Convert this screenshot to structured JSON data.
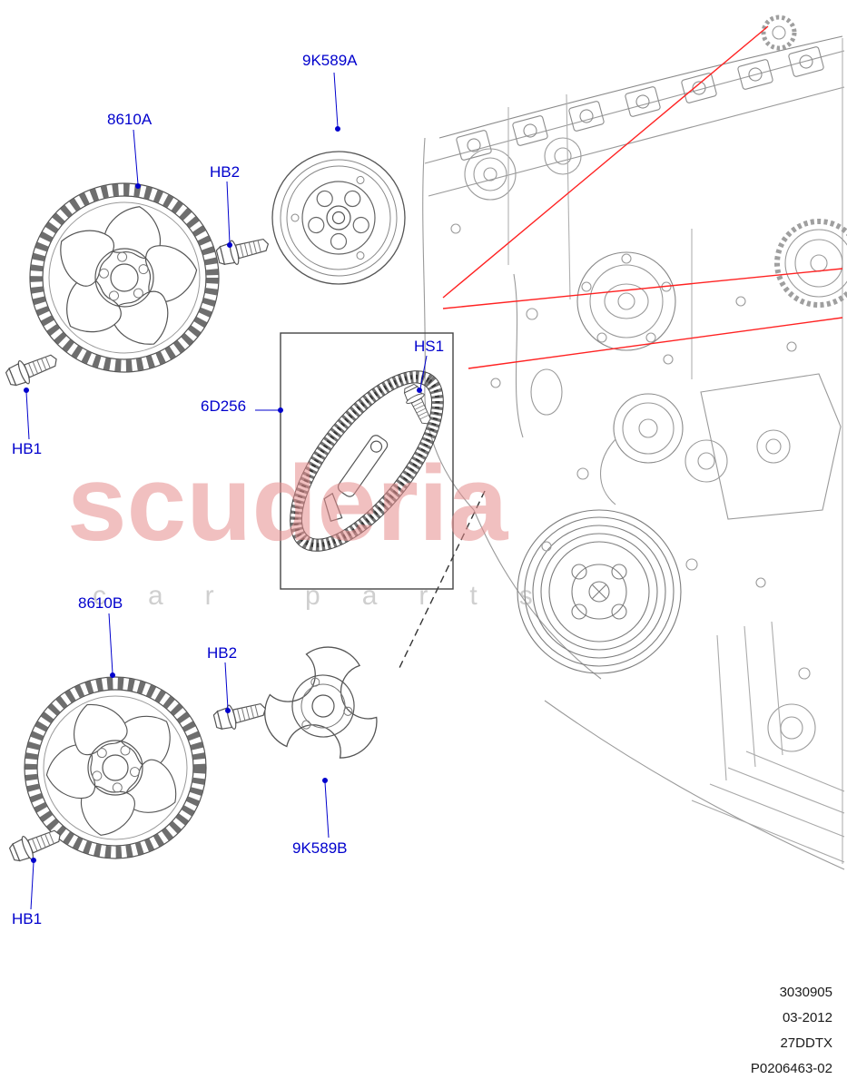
{
  "watermark": {
    "brand": "scuderia",
    "sub": "car parts"
  },
  "callouts": {
    "pulley_a": {
      "label": "9K589A"
    },
    "gear_a": {
      "label": "8610A"
    },
    "bolt_hb2_a": {
      "label": "HB2"
    },
    "bolt_hs1": {
      "label": "HS1"
    },
    "chain": {
      "label": "6D256"
    },
    "bolt_hb1_a": {
      "label": "HB1"
    },
    "gear_b": {
      "label": "8610B"
    },
    "bolt_hb2_b": {
      "label": "HB2"
    },
    "plate_b": {
      "label": "9K589B"
    },
    "bolt_hb1_b": {
      "label": "HB1"
    }
  },
  "footer": {
    "lines": [
      "3030905",
      "03-2012",
      "27DDTX",
      "P0206463-02"
    ]
  },
  "colors": {
    "label_blue": "#0000cd",
    "leader_red": "#ff2222",
    "watermark_pink": "#e68c8c",
    "line_art_grey": "#999999"
  }
}
